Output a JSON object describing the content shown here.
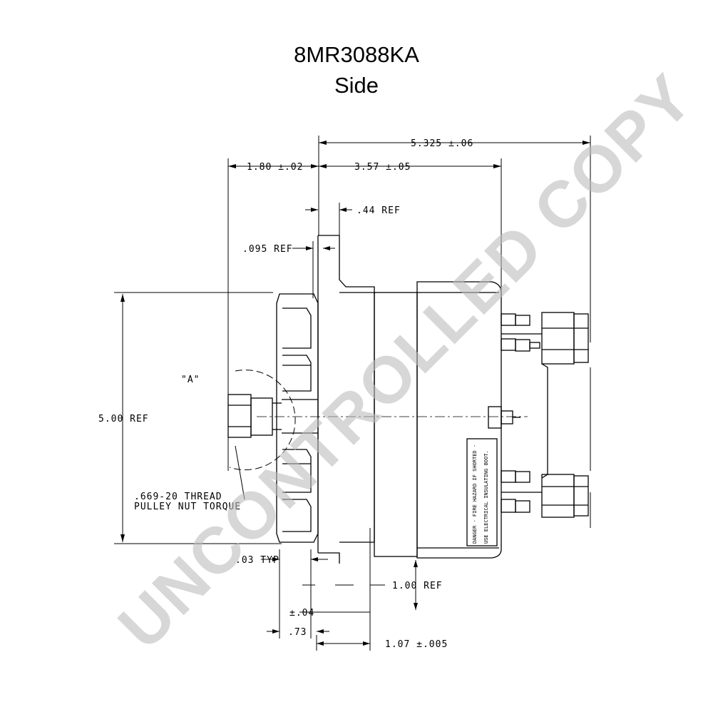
{
  "title": {
    "part_number": "8MR3088KA",
    "view": "Side"
  },
  "watermark": "UNCONTROLLED COPY",
  "dimensions": {
    "overall_length": "5.325 ±.06",
    "pulley_offset": "1.80 ±.02",
    "body_length": "3.57 ±.05",
    "flange_ref": ".44 REF",
    "flange_thickness": ".095 REF",
    "height_ref": "5.00 REF",
    "detail_a": "\"A\"",
    "thread_line1": ".669-20 THREAD",
    "thread_line2": "PULLEY NUT TORQUE",
    "typ": ".03 TYP",
    "ref_100": "1.00 REF",
    "tol_04": "±.04",
    "dim_73": ".73",
    "dim_107": "1.07 ±.005"
  },
  "label_plate": {
    "line1": "DANGER - FIRE HAZARD IF SHORTED -",
    "line2": "USE ELECTRICAL INSULATING BOOT."
  },
  "colors": {
    "line": "#000000",
    "watermark": "#bdbdbd",
    "background": "#ffffff"
  }
}
